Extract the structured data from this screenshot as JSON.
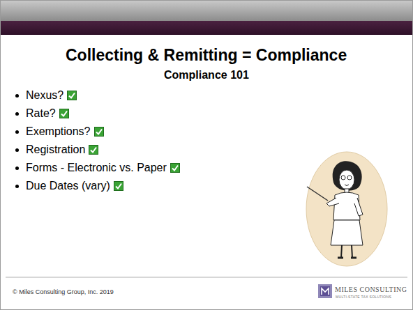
{
  "diagram": {
    "title": "Collecting & Remitting = Compliance",
    "labels": [
      "Compliance 101",
      "Nexus?",
      "Rate?",
      "Exemptions?",
      "Registration",
      "Forms - Electronic vs. Paper",
      "Due Dates (vary)",
      "© Miles Consulting Group, Inc. 2019",
      "MILES CONSULTING",
      "MULTI-STATE TAX SOLUTIONS"
    ]
  }
}
